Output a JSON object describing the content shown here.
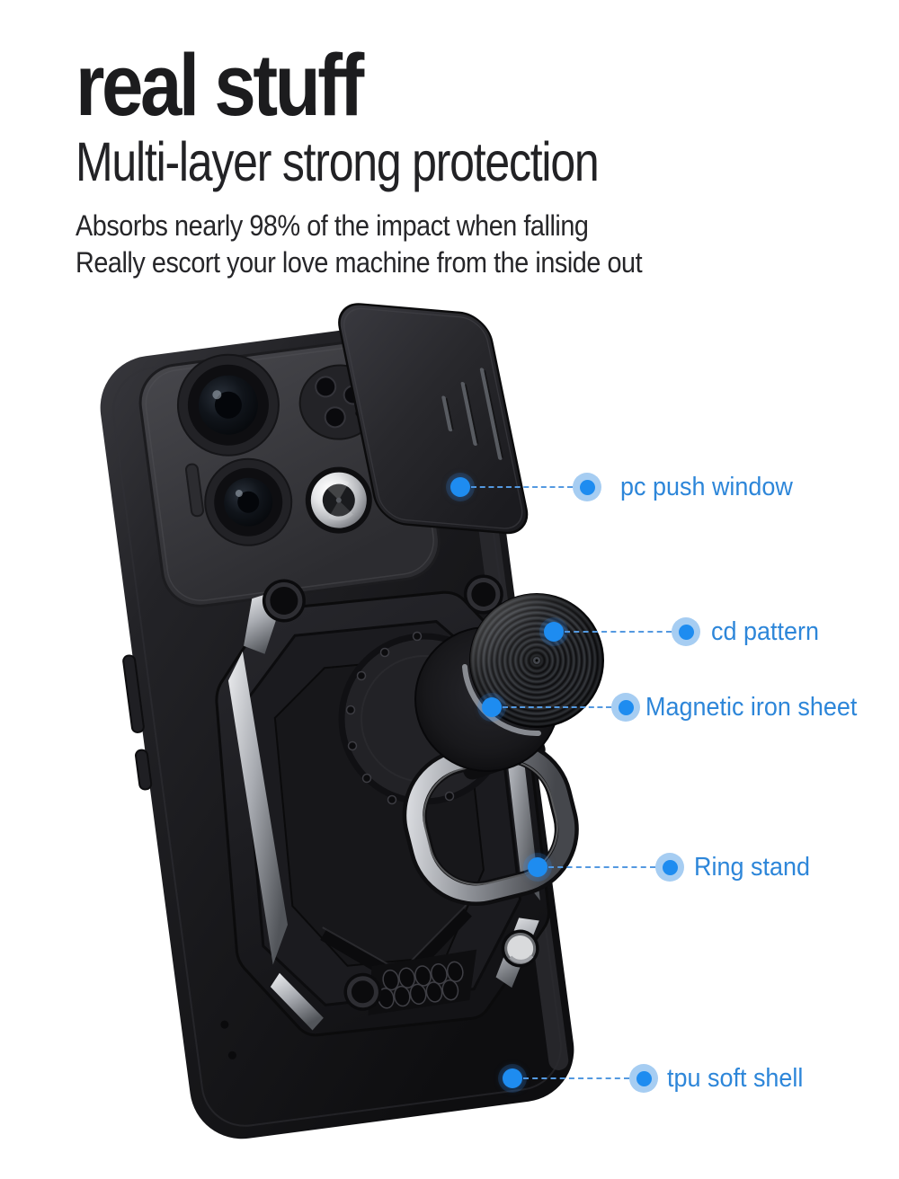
{
  "header": {
    "title": "real stuff",
    "subtitle": "Multi-layer strong protection",
    "description_lines": [
      "Absorbs nearly 98% of the impact when falling",
      "Really escort your love machine from the inside out"
    ]
  },
  "callouts": [
    {
      "label": "pc push window"
    },
    {
      "label": "cd pattern"
    },
    {
      "label": "Magnetic iron sheet"
    },
    {
      "label": "Ring stand"
    },
    {
      "label": "tpu soft shell"
    }
  ],
  "product": {
    "subject": "armor phone case with slide camera cover and ring stand"
  },
  "colors": {
    "accent_text": "#2d86d9",
    "dot": "#1e8cf0",
    "dot_halo": "#a6cdf2",
    "dash_line": "#5499e0",
    "heading_text": "#1c1c1e",
    "background": "#ffffff"
  }
}
